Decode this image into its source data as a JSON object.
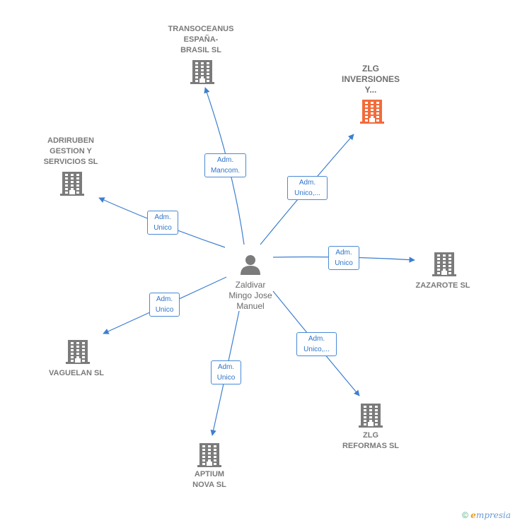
{
  "center": {
    "lines": [
      "Zaldivar",
      "Mingo Jose",
      "Manuel"
    ]
  },
  "nodes": [
    {
      "id": "transoceanus",
      "lines": [
        "TRANSOCEANUS",
        "ESPAÑA-",
        "BRASIL SL"
      ],
      "highlight": false
    },
    {
      "id": "zlg-inversiones",
      "lines": [
        "ZLG",
        "INVERSIONES",
        "Y..."
      ],
      "highlight": true
    },
    {
      "id": "adriruben",
      "lines": [
        "ADRIRUBEN",
        "GESTION Y",
        "SERVICIOS SL"
      ],
      "highlight": false
    },
    {
      "id": "zazarote",
      "lines": [
        "ZAZAROTE  SL"
      ],
      "highlight": false
    },
    {
      "id": "vaguelan",
      "lines": [
        "VAGUELAN SL"
      ],
      "highlight": false
    },
    {
      "id": "zlg-reformas",
      "lines": [
        "ZLG",
        "REFORMAS  SL"
      ],
      "highlight": false
    },
    {
      "id": "aptium",
      "lines": [
        "APTIUM",
        "NOVA SL"
      ],
      "highlight": false
    }
  ],
  "edges": [
    {
      "target": "transoceanus",
      "lines": [
        "Adm.",
        "Mancom."
      ]
    },
    {
      "target": "zlg-inversiones",
      "lines": [
        "Adm.",
        "Unico,..."
      ]
    },
    {
      "target": "adriruben",
      "lines": [
        "Adm.",
        "Unico"
      ]
    },
    {
      "target": "zazarote",
      "lines": [
        "Adm.",
        "Unico"
      ]
    },
    {
      "target": "vaguelan",
      "lines": [
        "Adm.",
        "Unico"
      ]
    },
    {
      "target": "zlg-reformas",
      "lines": [
        "Adm.",
        "Unico,..."
      ]
    },
    {
      "target": "aptium",
      "lines": [
        "Adm.",
        "Unico"
      ]
    }
  ],
  "colors": {
    "edge": "#3d7fd0",
    "building": "#7b7b7b",
    "building_highlight": "#f26b3a",
    "person": "#7b7b7b"
  },
  "brand": {
    "copyright": "©",
    "initial": "e",
    "rest": "mpresia"
  }
}
